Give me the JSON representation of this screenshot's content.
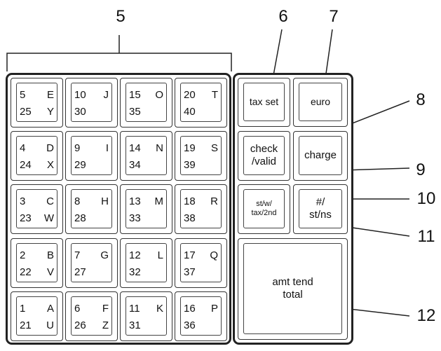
{
  "callouts": [
    "5",
    "6",
    "7",
    "8",
    "9",
    "10",
    "11",
    "12"
  ],
  "keypad": {
    "rows": [
      [
        {
          "tl": "5",
          "tr": "E",
          "bl": "25",
          "br": "Y"
        },
        {
          "tl": "10",
          "tr": "J",
          "bl": "30",
          "br": ""
        },
        {
          "tl": "15",
          "tr": "O",
          "bl": "35",
          "br": ""
        },
        {
          "tl": "20",
          "tr": "T",
          "bl": "40",
          "br": ""
        }
      ],
      [
        {
          "tl": "4",
          "tr": "D",
          "bl": "24",
          "br": "X"
        },
        {
          "tl": "9",
          "tr": "I",
          "bl": "29",
          "br": ""
        },
        {
          "tl": "14",
          "tr": "N",
          "bl": "34",
          "br": ""
        },
        {
          "tl": "19",
          "tr": "S",
          "bl": "39",
          "br": ""
        }
      ],
      [
        {
          "tl": "3",
          "tr": "C",
          "bl": "23",
          "br": "W"
        },
        {
          "tl": "8",
          "tr": "H",
          "bl": "28",
          "br": ""
        },
        {
          "tl": "13",
          "tr": "M",
          "bl": "33",
          "br": ""
        },
        {
          "tl": "18",
          "tr": "R",
          "bl": "38",
          "br": ""
        }
      ],
      [
        {
          "tl": "2",
          "tr": "B",
          "bl": "22",
          "br": "V"
        },
        {
          "tl": "7",
          "tr": "G",
          "bl": "27",
          "br": ""
        },
        {
          "tl": "12",
          "tr": "L",
          "bl": "32",
          "br": ""
        },
        {
          "tl": "17",
          "tr": "Q",
          "bl": "37",
          "br": ""
        }
      ],
      [
        {
          "tl": "1",
          "tr": "A",
          "bl": "21",
          "br": "U"
        },
        {
          "tl": "6",
          "tr": "F",
          "bl": "26",
          "br": "Z"
        },
        {
          "tl": "11",
          "tr": "K",
          "bl": "31",
          "br": ""
        },
        {
          "tl": "16",
          "tr": "P",
          "bl": "36",
          "br": ""
        }
      ]
    ]
  },
  "function_keys": {
    "tax_set": "tax set",
    "euro": "euro",
    "check_valid": "check\n/valid",
    "charge": "charge",
    "st_w_tax_2nd": "st/w/\ntax/2nd",
    "hash_st_ns": "#/\nst/ns",
    "amt_tend_total": "amt tend\ntotal"
  },
  "colors": {
    "line": "#222222",
    "background": "#ffffff"
  }
}
